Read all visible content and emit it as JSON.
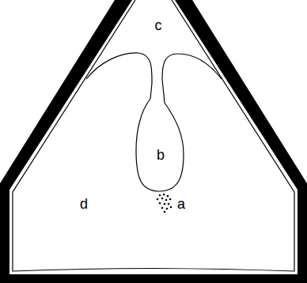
{
  "diagram": {
    "labels": [
      "c",
      "b",
      "d",
      "a"
    ]
  }
}
